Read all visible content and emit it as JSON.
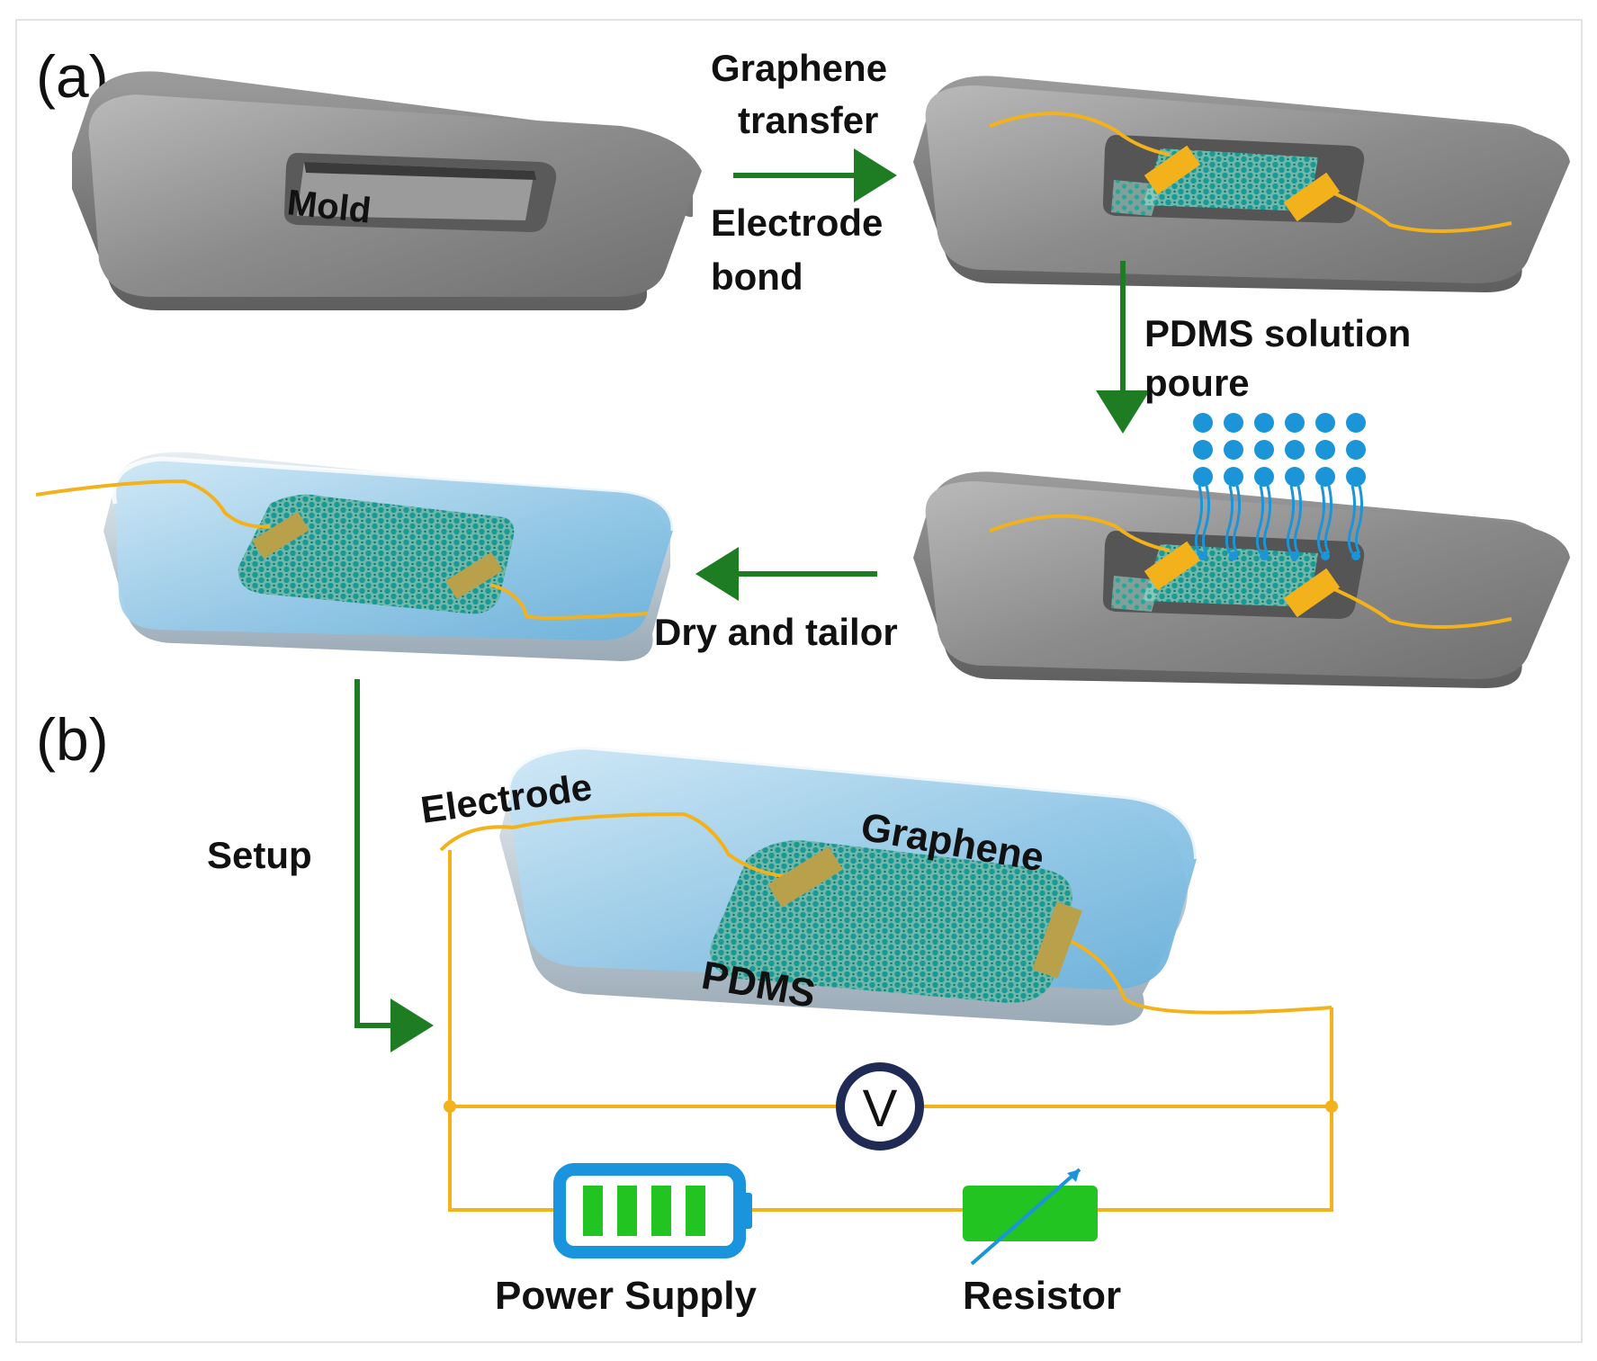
{
  "panels": {
    "a_label": "(a)",
    "b_label": "(b)"
  },
  "mold": {
    "label": "Mold"
  },
  "steps": {
    "transfer_line1": "Graphene",
    "transfer_line2": "transfer",
    "bond_line1": "Electrode",
    "bond_line2": "bond",
    "pour_line1": "PDMS solution",
    "pour_line2": "poure",
    "dry": "Dry and tailor",
    "setup": "Setup"
  },
  "sensor_labels": {
    "electrode": "Electrode",
    "graphene": "Graphene",
    "pdms": "PDMS"
  },
  "circuit": {
    "voltmeter": "V",
    "power_supply": "Power Supply",
    "resistor": "Resistor"
  },
  "colors": {
    "arrow": "#1e7d22",
    "wire": "#f3b21c",
    "graphene_atom": "#1a9a96",
    "pdms_fill": "#a8d4ec",
    "mold_gray": "#7d7d7d",
    "battery_blue": "#1a94dc",
    "battery_green": "#21c421",
    "voltmeter_ring": "#1f2a55",
    "droplet_blue": "#1b95d8"
  }
}
